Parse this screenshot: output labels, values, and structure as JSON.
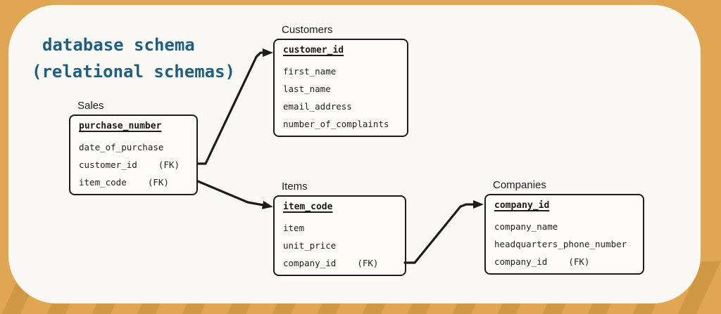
{
  "title": {
    "line1": "database schema",
    "line2": "(relational schemas)"
  },
  "colors": {
    "background": "#E0A653",
    "background_stripe": "#A67320",
    "card": "#FBF9F3",
    "title_text": "#1E5F81",
    "box_border": "#1C1C1C",
    "table_text": "#222222"
  },
  "tables": {
    "sales": {
      "label": "Sales",
      "pk": "purchase_number",
      "fields": [
        "date_of_purchase",
        "customer_id    (FK)",
        "item_code    (FK)"
      ]
    },
    "customers": {
      "label": "Customers",
      "pk": "customer_id",
      "fields": [
        "first_name",
        "last_name",
        "email_address",
        "number_of_complaints"
      ]
    },
    "items": {
      "label": "Items",
      "pk": "item_code",
      "fields": [
        "item",
        "unit_price",
        "company_id    (FK)"
      ]
    },
    "companies": {
      "label": "Companies",
      "pk": "company_id",
      "fields": [
        "company_name",
        "headquarters_phone_number",
        "company_id    (FK)"
      ]
    }
  },
  "relationships": [
    {
      "from": "Sales.customer_id",
      "to": "Customers.customer_id"
    },
    {
      "from": "Sales.item_code",
      "to": "Items.item_code"
    },
    {
      "from": "Items.company_id",
      "to": "Companies.company_id"
    }
  ]
}
